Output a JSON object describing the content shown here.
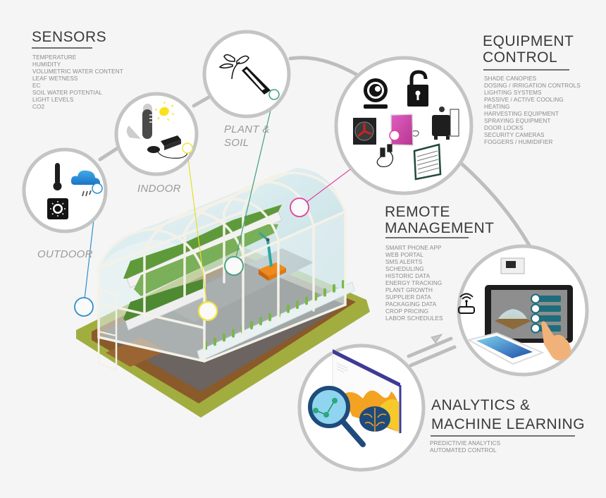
{
  "title": "Smart Greenhouse Monitoring & Control",
  "colors": {
    "background": "#f5f5f5",
    "connector": "#bdbdbd",
    "outdoor_marker": "#2e8fd0",
    "indoor_marker": "#f3e53a",
    "plant_soil_marker": "#3f9f7f",
    "equipment_marker": "#e0439b",
    "heading": "#3a3a3a",
    "list_text": "#8a8a8a"
  },
  "sensors": {
    "heading": "SENSORS",
    "items": [
      "TEMPERATURE",
      "HUMIDITY",
      "VOLUMETRIC WATER CONTENT",
      "LEAF WETNESS",
      "EC",
      "SOIL WATER POTENTIAL",
      "LIGHT LEVELS",
      "CO2"
    ],
    "groups": [
      {
        "label": "OUTDOOR",
        "icons": [
          "thermometer-icon",
          "rain-cloud-icon",
          "light-sensor-icon"
        ]
      },
      {
        "label": "INDOOR",
        "icons": [
          "temperature-humidity-icon",
          "sun-icon",
          "data-logger-icon"
        ]
      },
      {
        "label_line1": "PLANT &",
        "label_line2": "SOIL",
        "icons": [
          "leaf-icon",
          "soil-probe-icon"
        ]
      }
    ]
  },
  "equipment_control": {
    "heading_line1": "EQUIPMENT",
    "heading_line2": "CONTROL",
    "items": [
      "SHADE CANOPIES",
      "DOSING / IRRIGATION CONTROLS",
      "LIGHTING SYSTEMS",
      "PASSIVE / ACTIVE COOLING",
      "HEATING",
      "HARVESTING EQUIPMENT",
      "SPRAYING EQUIPMENT",
      "DOOR LOCKS",
      "SECURITY CAMERAS",
      "FOGGERS / HUMIDIFIER"
    ],
    "icons": [
      "security-camera-icon",
      "padlock-icon",
      "exhaust-fan-icon",
      "grow-light-panel-icon",
      "heater-icon",
      "irrigation-valve-icon",
      "louver-vent-icon"
    ]
  },
  "remote_management": {
    "heading_line1": "REMOTE",
    "heading_line2": "MANAGEMENT",
    "items": [
      "SMART PHONE APP",
      "WEB PORTAL",
      "SMS ALERTS",
      "SCHEDULING",
      "HISTORIC DATA",
      "ENERGY TRACKING",
      "PLANT GROWTH",
      "SUPPLIER DATA",
      "PACKAGING DATA",
      "CROP PRICING",
      "LABOR SCHEDULES"
    ],
    "icons": [
      "controller-box-icon",
      "wifi-router-icon",
      "tablet-icon",
      "smartphone-icon",
      "hand-pointer-icon"
    ]
  },
  "analytics": {
    "heading_line1": "ANALYTICS &",
    "heading_line2": "MACHINE LEARNING",
    "items": [
      "PREDICTIVIE ANALYTICS",
      "AUTOMATED CONTROL"
    ],
    "icons": [
      "browser-window-icon",
      "magnifier-chart-icon",
      "brain-icon"
    ]
  }
}
